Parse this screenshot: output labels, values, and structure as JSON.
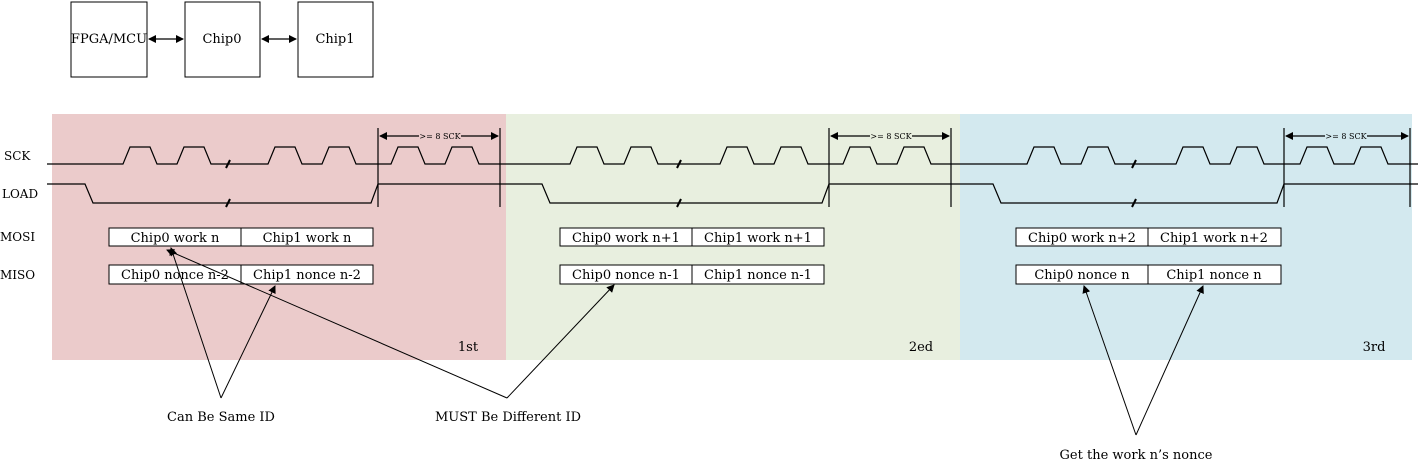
{
  "blocks": {
    "fpga": "FPGA/MCU",
    "chip0": "Chip0",
    "chip1": "Chip1"
  },
  "signals": {
    "sck": "SCK",
    "load": "LOAD",
    "mosi": "MOSI",
    "miso": "MISO"
  },
  "phases": [
    {
      "label": "1st",
      "color": "#ebcbcb",
      "mosi": [
        "Chip0 work n",
        "Chip1 work n"
      ],
      "miso": [
        "Chip0 nonce n-2",
        "Chip1 nonce n-2"
      ],
      "gap": ">= 8 SCK"
    },
    {
      "label": "2ed",
      "color": "#e8efdf",
      "mosi": [
        "Chip0 work n+1",
        "Chip1 work n+1"
      ],
      "miso": [
        "Chip0 nonce n-1",
        "Chip1 nonce n-1"
      ],
      "gap": ">= 8 SCK"
    },
    {
      "label": "3rd",
      "color": "#d3e9ef",
      "mosi": [
        "Chip0 work n+2",
        "Chip1 work n+2"
      ],
      "miso": [
        "Chip0 nonce n",
        "Chip1 nonce n"
      ],
      "gap": ">= 8 SCK"
    }
  ],
  "annotations": {
    "same_id": "Can Be Same ID",
    "different_id": "MUST Be Different ID",
    "get_nonce": "Get the work n’s nonce"
  }
}
